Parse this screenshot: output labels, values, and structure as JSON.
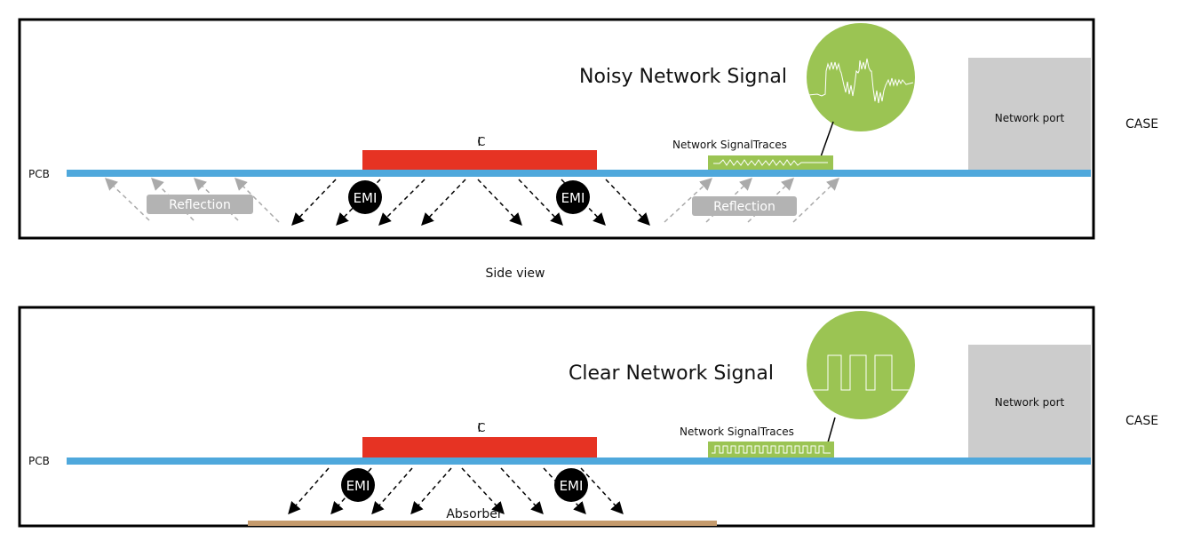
{
  "colors": {
    "pcb": "#4fa8dc",
    "ic": "#e63323",
    "green": "#9bc453",
    "port": "#cccccc",
    "reflection_box": "#b3b3b3",
    "reflection_arrow": "#aaaaaa",
    "absorber": "#c49a6c",
    "emi": "#000000"
  },
  "caption": "Side view",
  "panels": [
    {
      "id": "noisy",
      "pcb_label": "PCB",
      "ic_label": "IC",
      "signal_title": "Noisy Network Signal",
      "traces_label": "Network SignalTraces",
      "port_label": "Network port",
      "case_label": "CASE",
      "emi_labels": [
        "EMI",
        "EMI"
      ],
      "reflection_labels": [
        "Reflection",
        "Reflection"
      ],
      "signal_type": "noisy"
    },
    {
      "id": "clear",
      "pcb_label": "PCB",
      "ic_label": "IC",
      "signal_title": "Clear Network Signal",
      "traces_label": "Network SignalTraces",
      "port_label": "Network port",
      "case_label": "CASE",
      "emi_labels": [
        "EMI",
        "EMI"
      ],
      "absorber_label": "Absorber",
      "signal_type": "clear"
    }
  ]
}
